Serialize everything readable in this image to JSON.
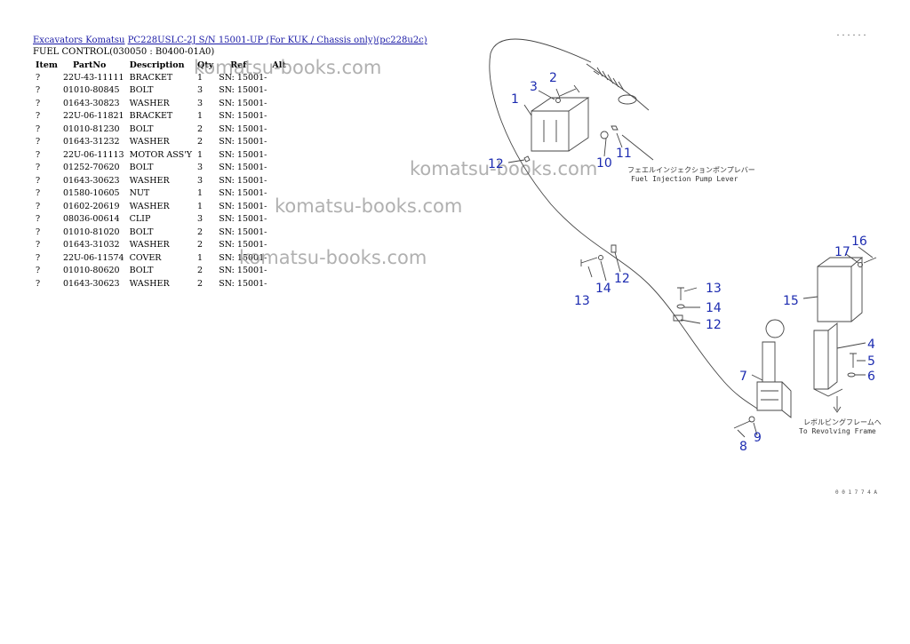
{
  "breadcrumb": {
    "link1": "Excavators Komatsu",
    "link2": "PC228USLC-2J S/N 15001-UP (For KUK / Chassis only)(pc228u2c)"
  },
  "subtitle": "FUEL CONTROL(030050 : B0400-01A0)",
  "table": {
    "headers": [
      "Item",
      "PartNo",
      "Description",
      "Qty",
      "Ref",
      "Alt"
    ],
    "rows": [
      [
        "?",
        "22U-43-11111",
        "BRACKET",
        "1",
        "SN: 15001-",
        ""
      ],
      [
        "?",
        "01010-80845",
        "BOLT",
        "3",
        "SN: 15001-",
        ""
      ],
      [
        "?",
        "01643-30823",
        "WASHER",
        "3",
        "SN: 15001-",
        ""
      ],
      [
        "?",
        "22U-06-11821",
        "BRACKET",
        "1",
        "SN: 15001-",
        ""
      ],
      [
        "?",
        "01010-81230",
        "BOLT",
        "2",
        "SN: 15001-",
        ""
      ],
      [
        "?",
        "01643-31232",
        "WASHER",
        "2",
        "SN: 15001-",
        ""
      ],
      [
        "?",
        "22U-06-11113",
        "MOTOR ASS'Y",
        "1",
        "SN: 15001-",
        ""
      ],
      [
        "?",
        "01252-70620",
        "BOLT",
        "3",
        "SN: 15001-",
        ""
      ],
      [
        "?",
        "01643-30623",
        "WASHER",
        "3",
        "SN: 15001-",
        ""
      ],
      [
        "?",
        "01580-10605",
        "NUT",
        "1",
        "SN: 15001-",
        ""
      ],
      [
        "?",
        "01602-20619",
        "WASHER",
        "1",
        "SN: 15001-",
        ""
      ],
      [
        "?",
        "08036-00614",
        "CLIP",
        "3",
        "SN: 15001-",
        ""
      ],
      [
        "?",
        "01010-81020",
        "BOLT",
        "2",
        "SN: 15001-",
        ""
      ],
      [
        "?",
        "01643-31032",
        "WASHER",
        "2",
        "SN: 15001-",
        ""
      ],
      [
        "?",
        "22U-06-11574",
        "COVER",
        "1",
        "SN: 15001-",
        ""
      ],
      [
        "?",
        "01010-80620",
        "BOLT",
        "2",
        "SN: 15001-",
        ""
      ],
      [
        "?",
        "01643-30623",
        "WASHER",
        "2",
        "SN: 15001-",
        ""
      ]
    ]
  },
  "watermarks": [
    "komatsu-books.com",
    "komatsu-books.com",
    "komatsu-books.com",
    "komatsu-books.com"
  ],
  "diagram": {
    "callouts": [
      "1",
      "2",
      "3",
      "10",
      "11",
      "12",
      "12",
      "13",
      "14",
      "13",
      "14",
      "12",
      "15",
      "16",
      "17",
      "4",
      "5",
      "6",
      "7",
      "8",
      "9"
    ],
    "note_pump_jp": "フェエルインジェクションポンプレバー",
    "note_pump_en": "Fuel Injection Pump Lever",
    "note_frame_jp": "レボルビングフレームへ",
    "note_frame_en": "To Revolving Frame",
    "code_top": "・・・・・・",
    "code_bottom": "0 0 1 7 7 4 A",
    "callout_color": "#1c2bb0"
  }
}
